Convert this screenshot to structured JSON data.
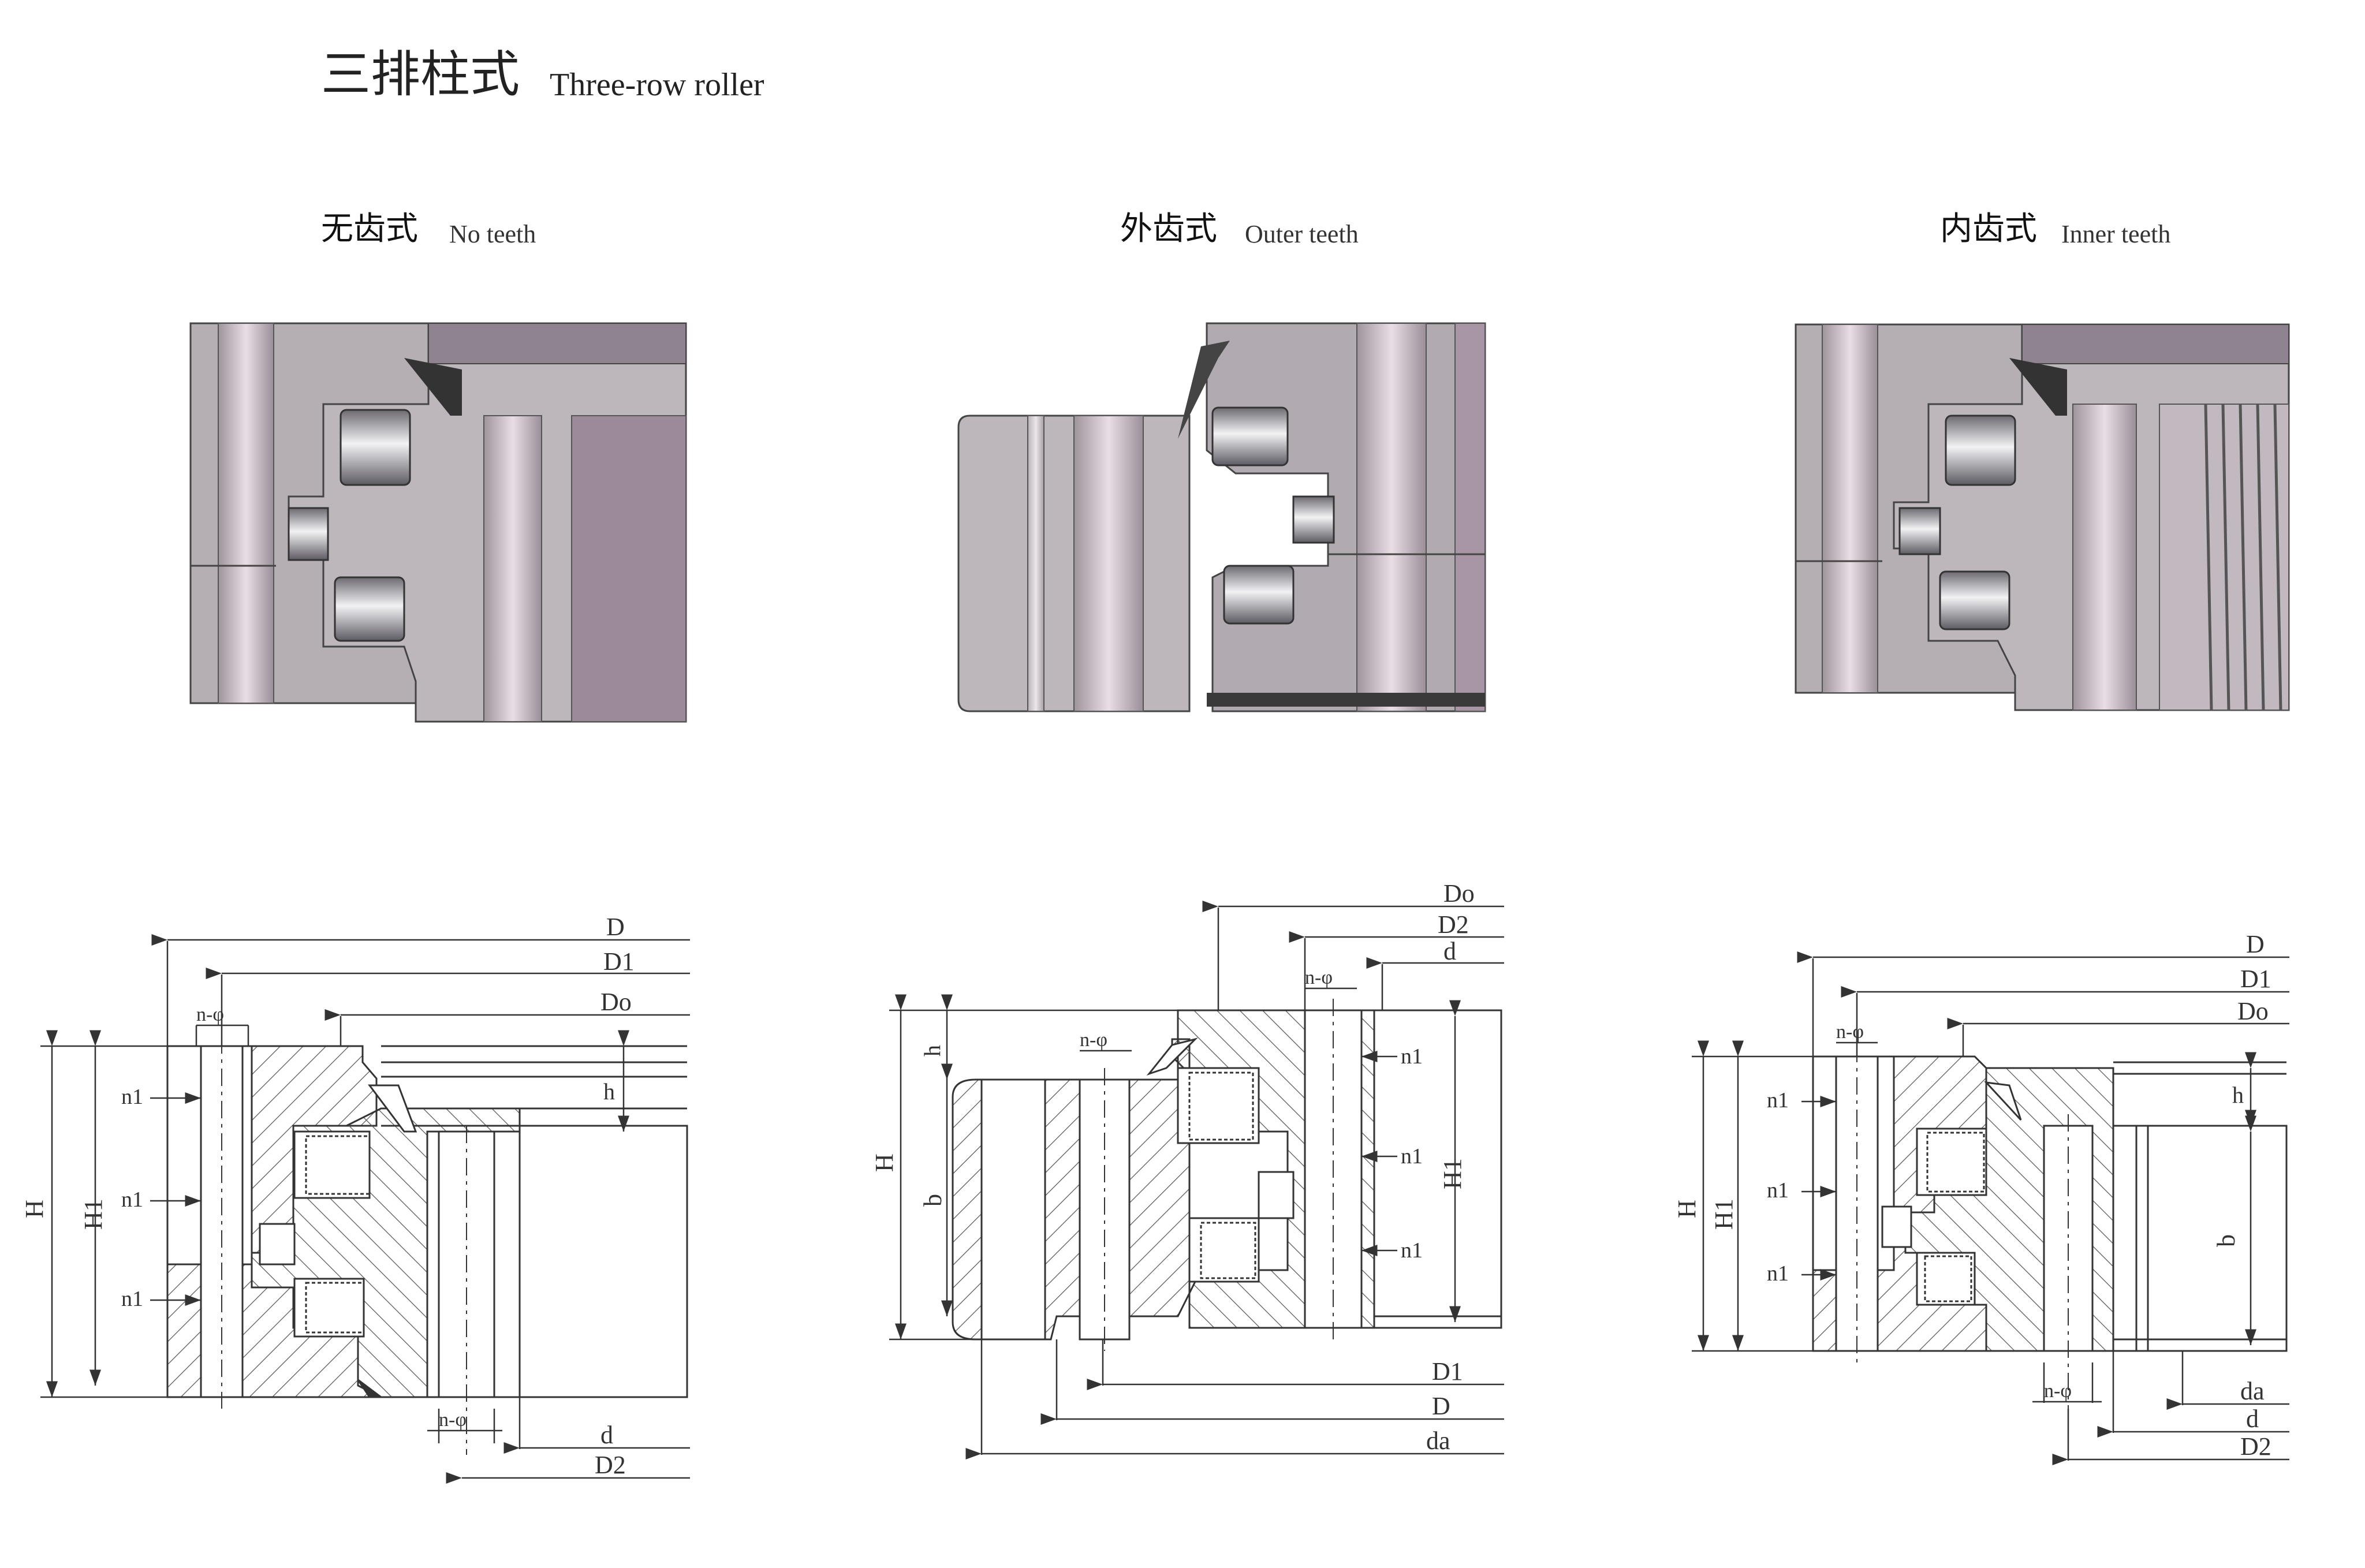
{
  "title": {
    "cn": "三排柱式",
    "en": "Three-row roller"
  },
  "variants": [
    {
      "key": "no_teeth",
      "cn": "无齿式",
      "en": "No teeth"
    },
    {
      "key": "outer_teeth",
      "cn": "外齿式",
      "en": "Outer teeth"
    },
    {
      "key": "inner_teeth",
      "cn": "内齿式",
      "en": "Inner teeth"
    }
  ],
  "labels": {
    "no_teeth": {
      "D": "D",
      "D1": "D1",
      "Do": "Do",
      "n_phi_top": "n-φ",
      "n1": "n1",
      "h": "h",
      "H": "H",
      "H1": "H1",
      "n_phi_bottom": "n-φ",
      "d": "d",
      "D2": "D2"
    },
    "outer_teeth": {
      "Do": "Do",
      "D2": "D2",
      "n_phi_top": "n-φ",
      "d": "d",
      "h": "h",
      "n_phi_left": "n-φ",
      "n1": "n1",
      "H": "H",
      "b": "b",
      "H1": "H1",
      "D1": "D1",
      "D": "D",
      "da": "da"
    },
    "inner_teeth": {
      "D": "D",
      "D1": "D1",
      "n_phi_top": "n-φ",
      "Do": "Do",
      "n1": "n1",
      "h": "h",
      "H": "H",
      "H1": "H1",
      "b": "b",
      "n_phi_bottom": "n-φ",
      "da": "da",
      "d": "d",
      "D2": "D2"
    }
  }
}
